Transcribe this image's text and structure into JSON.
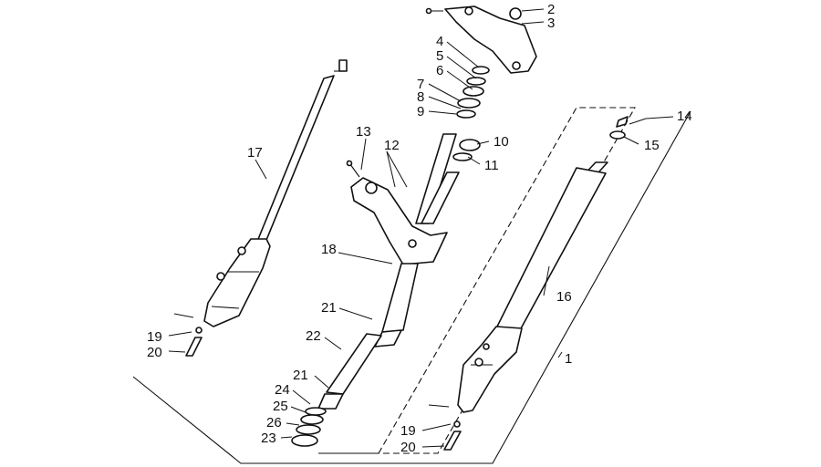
{
  "diagram": {
    "callouts": {
      "c1": "1",
      "c2": "2",
      "c3": "3",
      "c4": "4",
      "c5": "5",
      "c6": "6",
      "c7": "7",
      "c8": "8",
      "c9": "9",
      "c10": "10",
      "c11": "11",
      "c12": "12",
      "c13": "13",
      "c14": "14",
      "c15": "15",
      "c16": "16",
      "c17": "17",
      "c18": "18",
      "c19a": "19",
      "c20a": "20",
      "c19b": "19",
      "c20b": "20",
      "c21a": "21",
      "c21b": "21",
      "c22": "22",
      "c23": "23",
      "c24": "24",
      "c25": "25",
      "c26": "26"
    }
  }
}
